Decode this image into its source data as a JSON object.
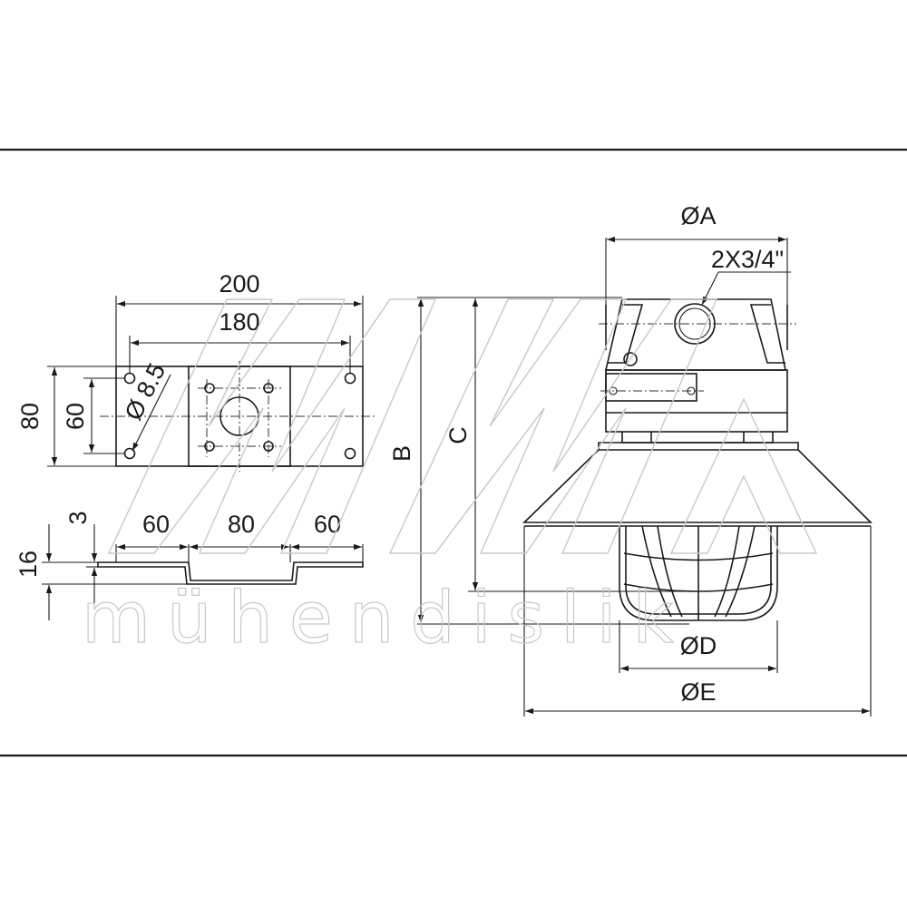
{
  "watermark": {
    "text": "mühendislik"
  },
  "bracket_top_view": {
    "dims": {
      "total_width": "200",
      "hole_spacing": "180",
      "height": "80",
      "hole_vertical": "60",
      "hole_diameter": "Ø 8.5"
    }
  },
  "bracket_side_view": {
    "dims": {
      "left_flange": "60",
      "center": "80",
      "right_flange": "60",
      "thickness": "3",
      "height": "16"
    }
  },
  "fixture_view": {
    "dims": {
      "dia_a": "ØA",
      "cable_entry": "2X3/4\"",
      "height_b": "B",
      "height_c": "C",
      "dia_d": "ØD",
      "dia_e": "ØE"
    }
  }
}
